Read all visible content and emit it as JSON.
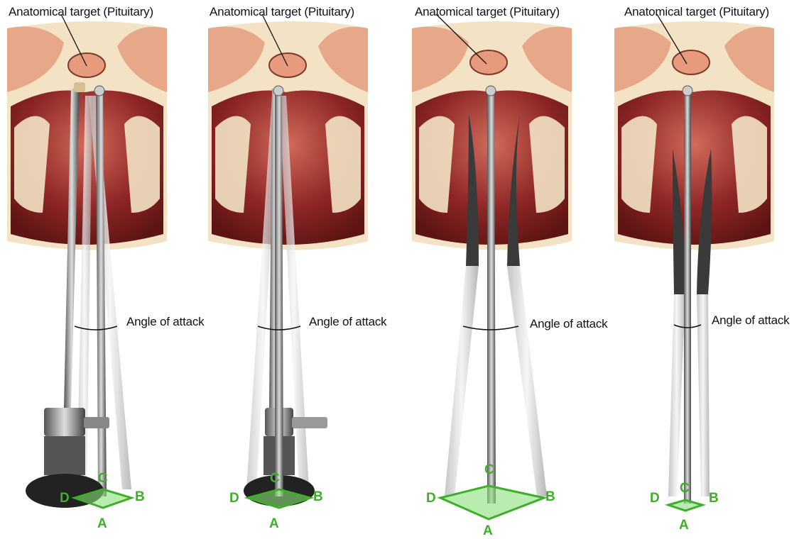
{
  "panels": [
    {
      "title": "Anatomical target (Pituitary)",
      "angle_label": "Angle of attack",
      "corners": [
        "A",
        "B",
        "C",
        "D"
      ]
    },
    {
      "title": "Anatomical target (Pituitary)",
      "angle_label": "Angle of attack",
      "corners": [
        "A",
        "B",
        "C",
        "D"
      ]
    },
    {
      "title": "Anatomical target (Pituitary)",
      "angle_label": "Angle of attack",
      "corners": [
        "A",
        "B",
        "C",
        "D"
      ]
    },
    {
      "title": "Anatomical target (Pituitary)",
      "angle_label": "Angle of attack",
      "corners": [
        "A",
        "B",
        "C",
        "D"
      ]
    }
  ],
  "colors": {
    "label_green": "#3fae2a",
    "base_fill": "#8be07a",
    "tissue": "#7a1a1a",
    "bone": "#f3e3c4"
  },
  "icons": [
    "anatomy-illustration",
    "endoscope",
    "surgical-instrument",
    "arrow"
  ]
}
